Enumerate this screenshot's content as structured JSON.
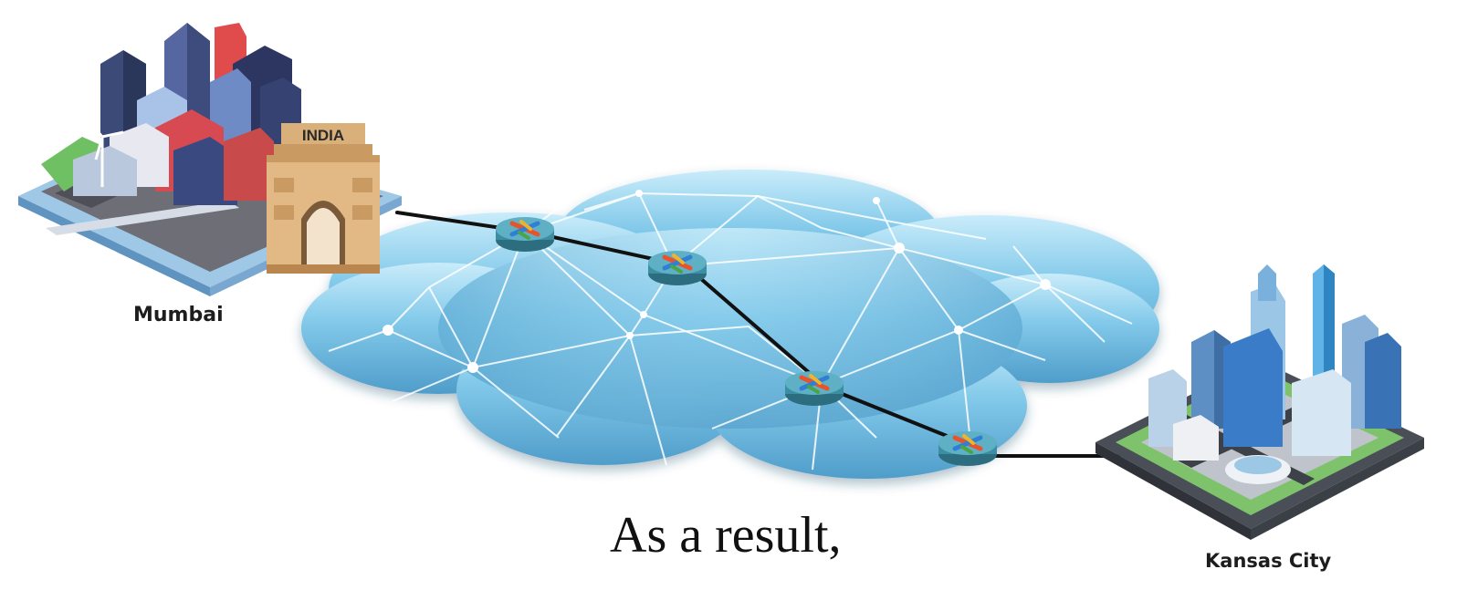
{
  "cities": [
    {
      "name": "Mumbai",
      "sign": "INDIA"
    },
    {
      "name": "Kansas City"
    }
  ],
  "caption": "As a result,",
  "network": {
    "icon": "router-icon",
    "router_count": 4
  },
  "colors": {
    "cloud_light": "#bfe6f7",
    "cloud_mid": "#7cc6e8",
    "cloud_dark": "#4e9cc8",
    "link": "#111111",
    "router_body": "#3c8ea3"
  }
}
